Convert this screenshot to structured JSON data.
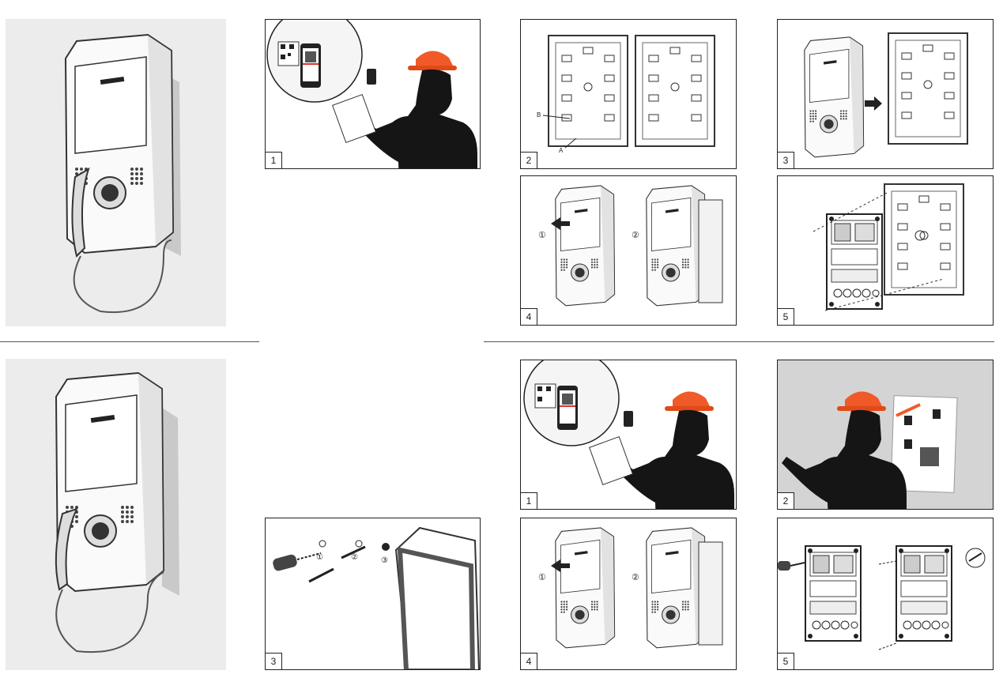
{
  "top_left": {
    "steps": [
      {
        "number": "1"
      }
    ]
  },
  "top_right": {
    "steps": [
      {
        "number": "2",
        "labels": [
          "B",
          "A"
        ]
      },
      {
        "number": "3"
      },
      {
        "number": "4",
        "markers": [
          "①",
          "②"
        ]
      },
      {
        "number": "5"
      }
    ]
  },
  "bottom_left": {
    "steps": [
      {
        "number": "3",
        "markers": [
          "①",
          "②",
          "③"
        ]
      }
    ]
  },
  "bottom_right": {
    "steps": [
      {
        "number": "1"
      },
      {
        "number": "2"
      },
      {
        "number": "4",
        "markers": [
          "①",
          "②"
        ]
      },
      {
        "number": "5"
      }
    ]
  },
  "colors": {
    "helmet": "#f05a28",
    "silhouette": "#151515",
    "hero_bg": "#ececec"
  }
}
